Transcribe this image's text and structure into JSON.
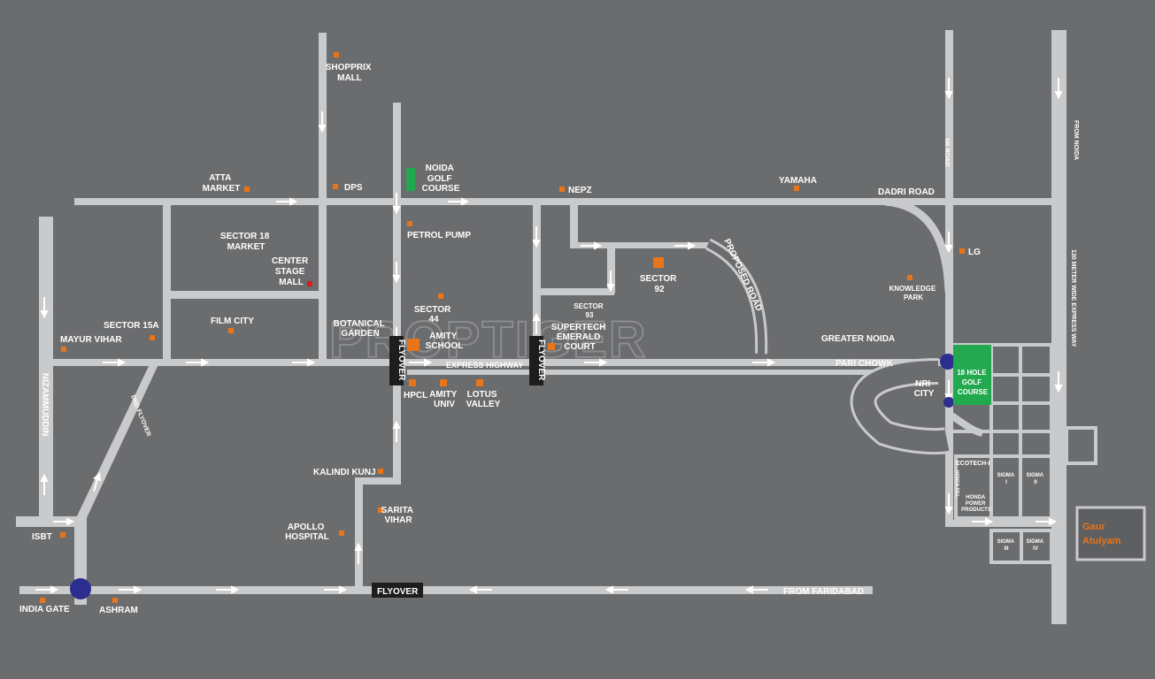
{
  "watermark": "PROPTIGER",
  "roads": {
    "dadri_road": "DADRI ROAD",
    "sk_road": "SK ROAD",
    "from_noida": "FROM NOIDA",
    "expressway": "130 METER WIDE EXPRESS WAY",
    "express_highway": "EXPRESS HIGHWAY",
    "pari_chowk": "PARI CHOWK",
    "proposed_road": "PROPOSED ROAD",
    "nizammuddin": "NIZAMMUDDIN",
    "dnd_flyover": "DND FLYOVER",
    "from_faridabad": "FROM FARIDABAD",
    "flyover_1": "FLYOVER",
    "flyover_2": "FLYOVER",
    "flyover_3": "FLYOVER"
  },
  "places": {
    "shopprix_1": "SHOPPRIX",
    "shopprix_2": "MALL",
    "atta_1": "ATTA",
    "atta_2": "MARKET",
    "dps": "DPS",
    "golf_1": "NOIDA",
    "golf_2": "GOLF",
    "golf_3": "COURSE",
    "nepz": "NEPZ",
    "yamaha": "YAMAHA",
    "petrol_pump": "PETROL PUMP",
    "sector18_1": "SECTOR 18",
    "sector18_2": "MARKET",
    "center_1": "CENTER",
    "center_2": "STAGE",
    "center_3": "MALL",
    "sector92_1": "SECTOR",
    "sector92_2": "92",
    "lg": "LG",
    "knowledge_1": "KNOWLEDGE",
    "knowledge_2": "PARK",
    "sector44_1": "SECTOR",
    "sector44_2": "44",
    "sector93_1": "SECTOR",
    "sector93_2": "93",
    "supertech_1": "SUPERTECH",
    "supertech_2": "EMERALD",
    "supertech_3": "COURT",
    "film_city": "FILM CITY",
    "sector15a": "SECTOR 15A",
    "mayur_vihar": "MAYUR VIHAR",
    "botanical_1": "BOTANICAL",
    "botanical_2": "GARDEN",
    "amity_school_1": "AMITY",
    "amity_school_2": "SCHOOL",
    "greater_noida": "GREATER NOIDA",
    "hpcl": "HPCL",
    "amity_univ_1": "AMITY",
    "amity_univ_2": "UNIV",
    "lotus_1": "LOTUS",
    "lotus_2": "VALLEY",
    "nri_1": "NRI",
    "nri_2": "CITY",
    "golf18_1": "18 HOLE",
    "golf18_2": "GOLF",
    "golf18_3": "COURSE",
    "kalindi_kunj": "KALINDI KUNJ",
    "sarita_1": "SARITA",
    "sarita_2": "VIHAR",
    "apollo_1": "APOLLO",
    "apollo_2": "HOSPITAL",
    "isbt": "ISBT",
    "india_gate": "INDIA GATE",
    "ashram": "ASHRAM",
    "ecotech": "ECOTECH-I",
    "honda_siel": "HONDA SIEL",
    "honda_power_1": "HONDA",
    "honda_power_2": "POWER",
    "honda_power_3": "PRODUCTS",
    "sigma1_1": "SIGMA",
    "sigma1_2": "I",
    "sigma2_1": "SIGMA",
    "sigma2_2": "II",
    "sigma3_1": "SIGMA",
    "sigma3_2": "III",
    "sigma4_1": "SIGMA",
    "sigma4_2": "IV"
  },
  "project": {
    "name_1": "Gaur",
    "name_2": "Atulyam"
  },
  "colors": {
    "background": "#6b6c6e",
    "road": "#c9cacc",
    "poi_marker": "#e8751a",
    "golf_green": "#22a94f",
    "junction_dot": "#2b2d8f",
    "project_text": "#e8751a"
  }
}
